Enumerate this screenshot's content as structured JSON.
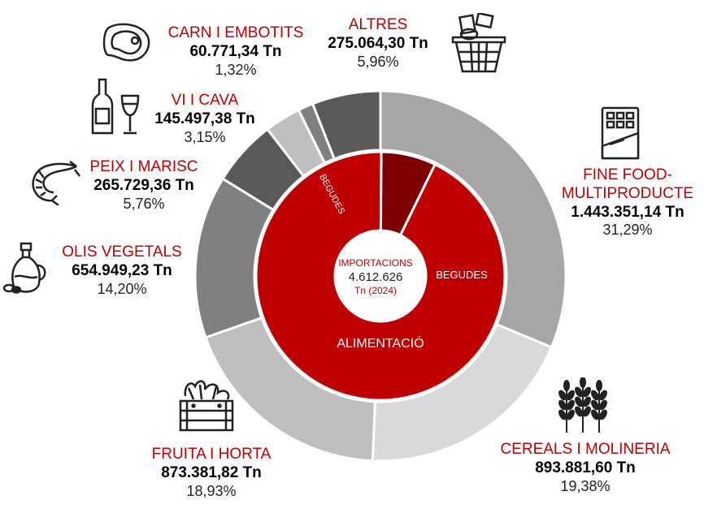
{
  "chart_data": {
    "type": "pie",
    "center": {
      "line1": "IMPORTACIONS",
      "line2": "4.612.626",
      "line3": "Tn (2024)"
    },
    "inner_ring": [
      {
        "name": "ALIMENTACIÓ",
        "value": 92.89,
        "color": "#c00000"
      },
      {
        "name": "BEGUDES",
        "value": 7.11,
        "color": "#7f0000"
      }
    ],
    "inner_small_label": "BEGUDES",
    "outer_ring": [
      {
        "name": "FINE FOOD-MULTIPRODUCTE",
        "tn": "1.443.351,14 Tn",
        "pct": "31,29%",
        "value": 31.29,
        "color": "#a6a6a6"
      },
      {
        "name": "CEREALS I MOLINERIA",
        "tn": "893.881,60 Tn",
        "pct": "19,38%",
        "value": 19.38,
        "color": "#d9d9d9"
      },
      {
        "name": "FRUITA I HORTA",
        "tn": "873.381,82 Tn",
        "pct": "18,93%",
        "value": 18.93,
        "color": "#bfbfbf"
      },
      {
        "name": "OLIS VEGETALS",
        "tn": "654.949,23 Tn",
        "pct": "14,20%",
        "value": 14.2,
        "color": "#808080"
      },
      {
        "name": "PEIX I MARISC",
        "tn": "265.729,36 Tn",
        "pct": "5,76%",
        "value": 5.76,
        "color": "#595959"
      },
      {
        "name": "VI I CAVA",
        "tn": "145.497,38 Tn",
        "pct": "3,15%",
        "value": 3.15,
        "color": "#bfbfbf"
      },
      {
        "name": "CARN I EMBOTITS",
        "tn": "60.771,34 Tn",
        "pct": "1,32%",
        "value": 1.32,
        "color": "#808080"
      },
      {
        "name": "ALTRES",
        "tn": "275.064,30 Tn",
        "pct": "5,96%",
        "value": 5.96,
        "color": "#595959"
      }
    ],
    "label_names": {
      "fine": [
        "FINE FOOD-",
        "MULTIPRODUCTE"
      ]
    },
    "icons": [
      "chocolate-bar-icon",
      "wheat-icon",
      "vegetable-crate-icon",
      "olive-oil-icon",
      "shrimp-icon",
      "wine-icon",
      "steak-icon",
      "shopping-basket-icon"
    ]
  }
}
